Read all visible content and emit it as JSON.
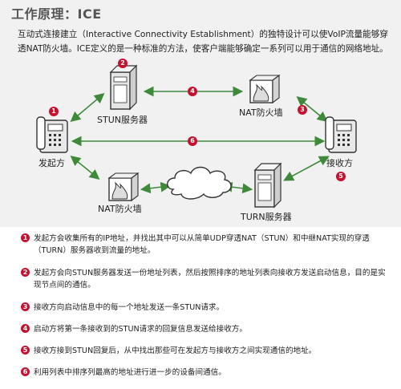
{
  "title": "工作原理：ICE",
  "intro": "互动式连接建立（Interactive Connectivity Establishment）的独特设计可以使VoIP流量能够穿透NAT防火墙。ICE定义的是一种标准的方法，使客户端能够确定一系列可以用于通信的网络地址。",
  "nodes": {
    "caller": "发起方",
    "stun_server": "STUN服务器",
    "nat_firewall_right": "NAT防火墙",
    "receiver": "接收方",
    "nat_firewall_left": "NAT防火墙",
    "turn_server": "TURN服务器"
  },
  "badges": {
    "caller": "1",
    "stun": "2",
    "nat_right": "3",
    "arrow_stun_nat": "4",
    "receiver": "5",
    "arrow_direct": "6"
  },
  "steps": [
    {
      "num": "1",
      "text": "发起方会收集所有的IP地址，并找出其中可以从简单UDP穿透NAT（STUN）和中继NAT实现的穿透（TURN）服务器收到流量的地址。"
    },
    {
      "num": "2",
      "text": "发起方会向STUN服务器发送一份地址列表，然后按照排序的地址列表向接收方发送启动信息，目的是实现节点间的通信。"
    },
    {
      "num": "3",
      "text": "接收方向启动信息中的每一个地址发送一条STUN请求。"
    },
    {
      "num": "4",
      "text": "启动方将第一条接收到的STUN请求的回复信息发送给接收方。"
    },
    {
      "num": "5",
      "text": "接收方接到STUN回复后，从中找出那些可在发起方与接收方之间实现通信的地址。"
    },
    {
      "num": "6",
      "text": "利用列表中排序列最高的地址进行进一步的设备间通信。"
    }
  ],
  "colors": {
    "accent": "#c8102e",
    "arrow": "#3e8a3a",
    "panel": "#f1f1f1",
    "title": "#555555"
  }
}
